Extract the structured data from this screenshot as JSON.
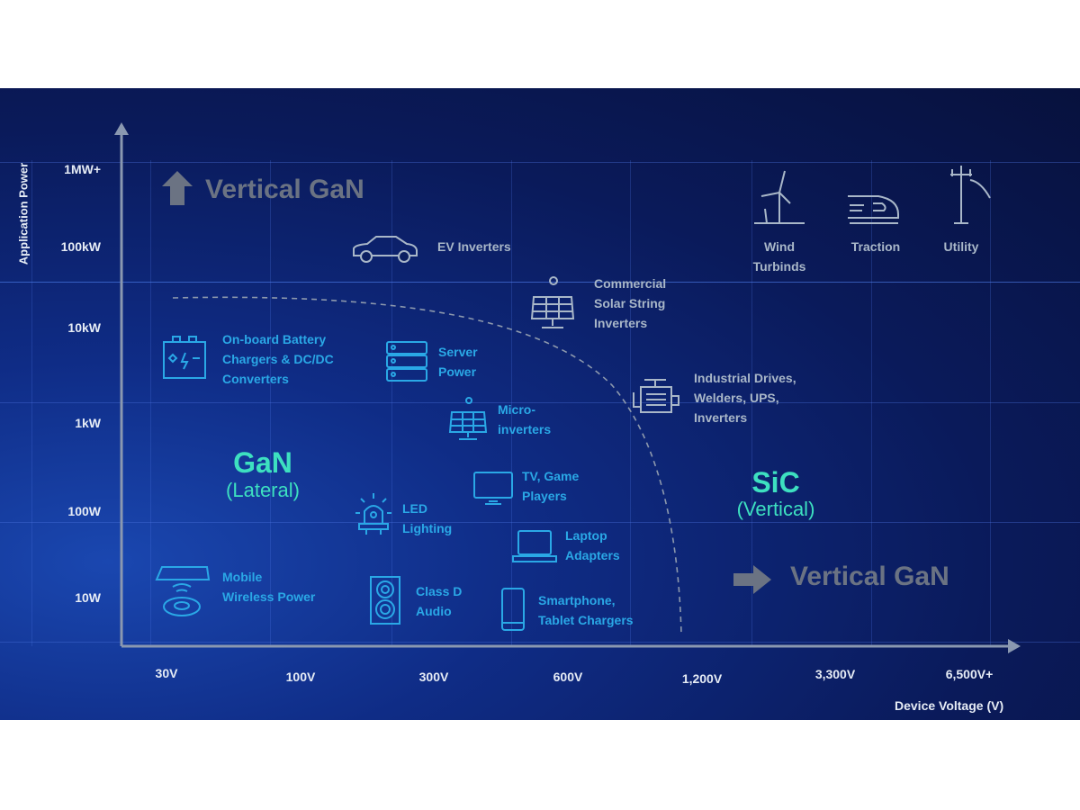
{
  "axes": {
    "y_title": "Application Power",
    "x_title": "Device Voltage (V)",
    "y_ticks": [
      "1MW+",
      "100kW",
      "10kW",
      "1kW",
      "100W",
      "10W"
    ],
    "x_ticks": [
      "30V",
      "100V",
      "300V",
      "600V",
      "1,200V",
      "3,300V",
      "6,500V+"
    ]
  },
  "regions": {
    "gan_title": "GaN",
    "gan_sub": "(Lateral)",
    "sic_title": "SiC",
    "sic_sub": "(Vertical)",
    "vgan_up": "Vertical GaN",
    "vgan_right": "Vertical GaN"
  },
  "applications": [
    {
      "label": "EV Inverters",
      "icon": "car-icon"
    },
    {
      "label": "Commercial\nSolar String\nInverters",
      "icon": "solar-panel-icon"
    },
    {
      "label": "Wind\nTurbinds",
      "icon": "wind-turbine-icon"
    },
    {
      "label": "Traction",
      "icon": "train-icon"
    },
    {
      "label": "Utility",
      "icon": "utility-pole-icon"
    },
    {
      "label": "On-board Battery\nChargers & DC/DC\nConverters",
      "icon": "battery-icon"
    },
    {
      "label": "Server\nPower",
      "icon": "server-icon"
    },
    {
      "label": "Micro-\ninverters",
      "icon": "solar-panel-icon"
    },
    {
      "label": "Industrial Drives,\nWelders, UPS,\nInverters",
      "icon": "motor-icon"
    },
    {
      "label": "TV, Game\nPlayers",
      "icon": "tv-icon"
    },
    {
      "label": "LED\nLighting",
      "icon": "led-icon"
    },
    {
      "label": "Laptop\nAdapters",
      "icon": "laptop-icon"
    },
    {
      "label": "Mobile\nWireless Power",
      "icon": "wireless-charger-icon"
    },
    {
      "label": "Class D\nAudio",
      "icon": "speaker-icon"
    },
    {
      "label": "Smartphone,\nTablet Chargers",
      "icon": "smartphone-icon"
    }
  ],
  "colors": {
    "gan_apps": "#2aa8e6",
    "sic_apps": "#a9b7c8",
    "region_title": "#3de0c0",
    "vertical_gan": "#6b7383"
  }
}
